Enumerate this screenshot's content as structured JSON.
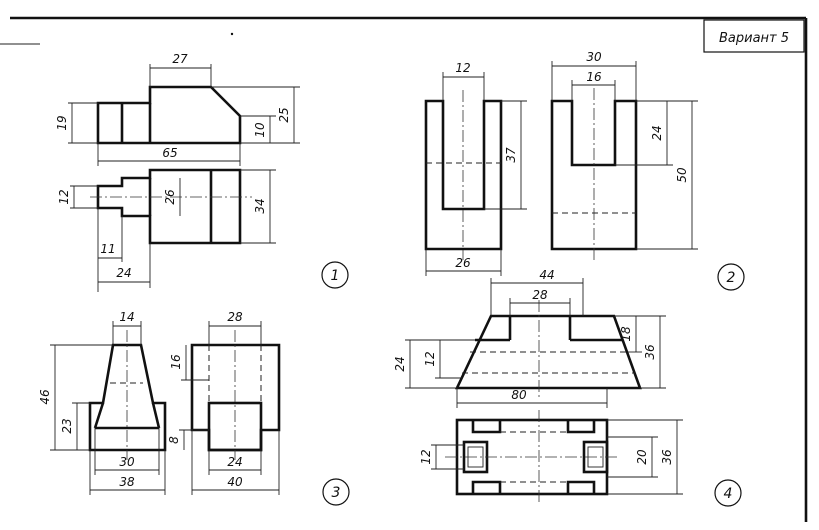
{
  "variant_label": "Вариант 5",
  "figures": [
    {
      "number": "1",
      "dimensions": [
        "27",
        "19",
        "10",
        "25",
        "65",
        "12",
        "26",
        "34",
        "11",
        "24"
      ]
    },
    {
      "number": "2",
      "dimensions": [
        "12",
        "37",
        "26",
        "30",
        "16",
        "24",
        "50"
      ]
    },
    {
      "number": "3",
      "dimensions": [
        "14",
        "46",
        "23",
        "30",
        "38",
        "28",
        "16",
        "8",
        "24",
        "40"
      ]
    },
    {
      "number": "4",
      "dimensions": [
        "44",
        "28",
        "24",
        "12",
        "18",
        "36",
        "80",
        "12",
        "20",
        "36"
      ]
    }
  ]
}
